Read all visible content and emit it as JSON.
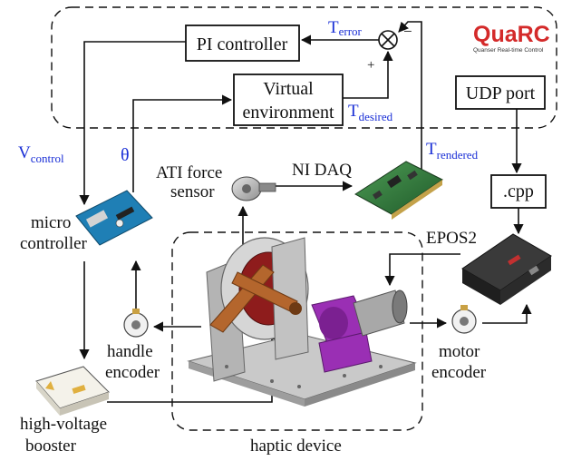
{
  "blocks": {
    "pi_controller": "PI controller",
    "virtual_env_line1": "Virtual",
    "virtual_env_line2": "environment",
    "udp_port": "UDP port",
    "cpp": ".cpp"
  },
  "signals": {
    "t_error_main": "T",
    "t_error_sub": "error",
    "t_desired_main": "T",
    "t_desired_sub": "desired",
    "t_rendered_main": "T",
    "t_rendered_sub": "rendered",
    "v_control_main": "V",
    "v_control_sub": "control",
    "theta": "θ",
    "plus": "+",
    "minus": "−"
  },
  "components": {
    "ati_line1": "ATI force",
    "ati_line2": "sensor",
    "ni_daq": "NI DAQ",
    "micro_line1": "micro",
    "micro_line2": "controller",
    "epos2": "EPOS2",
    "handle_line1": "handle",
    "handle_line2": "encoder",
    "motor_line1": "motor",
    "motor_line2": "encoder",
    "booster_line1": "high-voltage",
    "booster_line2": "booster",
    "haptic_device": "haptic device"
  },
  "logo": {
    "name": "QuaRC",
    "tagline": "Quanser Real-time Control",
    "color": "#d42a2a"
  },
  "colors": {
    "signal_blue": "#1a2fd6",
    "arm_orange": "#b4662d",
    "rotor_red": "#8e1c1c",
    "motor_purple": "#9a2fb4",
    "device_grey": "#b9b9b9"
  }
}
